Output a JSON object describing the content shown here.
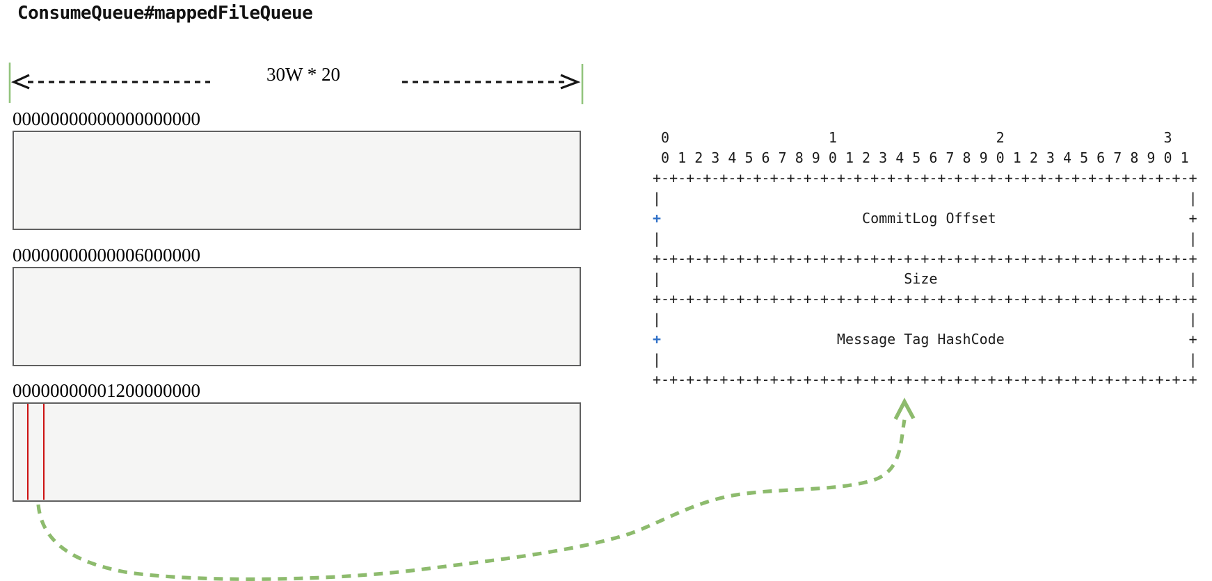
{
  "title": "ConsumeQueue#mappedFileQueue",
  "ruler": {
    "label": "30W * 20"
  },
  "files": [
    {
      "name": "00000000000000000000"
    },
    {
      "name": "00000000000006000000"
    },
    {
      "name": "00000000001200000000",
      "has_entry_markers": true
    }
  ],
  "packet_diagram": {
    "fields": [
      "CommitLog Offset",
      "Size",
      "Message Tag HashCode"
    ],
    "lines": [
      {
        "text": " 0                   1                   2                   3",
        "blue_plus": false
      },
      {
        "text": " 0 1 2 3 4 5 6 7 8 9 0 1 2 3 4 5 6 7 8 9 0 1 2 3 4 5 6 7 8 9 0 1",
        "blue_plus": false
      },
      {
        "text": "+-+-+-+-+-+-+-+-+-+-+-+-+-+-+-+-+-+-+-+-+-+-+-+-+-+-+-+-+-+-+-+-+",
        "blue_plus": false
      },
      {
        "text": "|                                                               |",
        "blue_plus": false
      },
      {
        "text": "+                        CommitLog Offset                       +",
        "blue_plus": true
      },
      {
        "text": "|                                                               |",
        "blue_plus": false
      },
      {
        "text": "+-+-+-+-+-+-+-+-+-+-+-+-+-+-+-+-+-+-+-+-+-+-+-+-+-+-+-+-+-+-+-+-+",
        "blue_plus": false
      },
      {
        "text": "|                             Size                              |",
        "blue_plus": false
      },
      {
        "text": "+-+-+-+-+-+-+-+-+-+-+-+-+-+-+-+-+-+-+-+-+-+-+-+-+-+-+-+-+-+-+-+-+",
        "blue_plus": false
      },
      {
        "text": "|                                                               |",
        "blue_plus": false
      },
      {
        "text": "+                     Message Tag HashCode                      +",
        "blue_plus": true
      },
      {
        "text": "|                                                               |",
        "blue_plus": false
      },
      {
        "text": "+-+-+-+-+-+-+-+-+-+-+-+-+-+-+-+-+-+-+-+-+-+-+-+-+-+-+-+-+-+-+-+-+",
        "blue_plus": false
      }
    ]
  },
  "colors": {
    "tick_green": "#93c47d",
    "arrow_green": "#8dbb6d",
    "red": "#cc1111",
    "blue_plus": "#2e6fc7",
    "box_border": "#606060",
    "ink": "#1b1b1b"
  }
}
